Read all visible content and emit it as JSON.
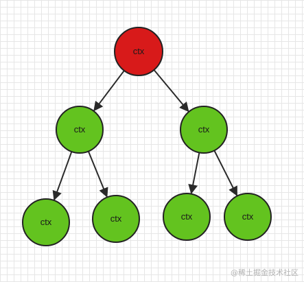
{
  "diagram": {
    "type": "tree",
    "root": {
      "label": "ctx",
      "fill": "#d81a1a",
      "children": [
        {
          "label": "ctx",
          "fill": "#63c31f",
          "children": [
            {
              "label": "ctx",
              "fill": "#63c31f",
              "children": []
            },
            {
              "label": "ctx",
              "fill": "#63c31f",
              "children": []
            }
          ]
        },
        {
          "label": "ctx",
          "fill": "#63c31f",
          "children": [
            {
              "label": "ctx",
              "fill": "#63c31f",
              "children": []
            },
            {
              "label": "ctx",
              "fill": "#63c31f",
              "children": []
            }
          ]
        }
      ]
    }
  },
  "watermark": "@稀土掘金技术社区",
  "colors": {
    "root_fill": "#d81a1a",
    "node_fill": "#63c31f",
    "stroke": "#222222",
    "grid": "#e6e6e6"
  }
}
